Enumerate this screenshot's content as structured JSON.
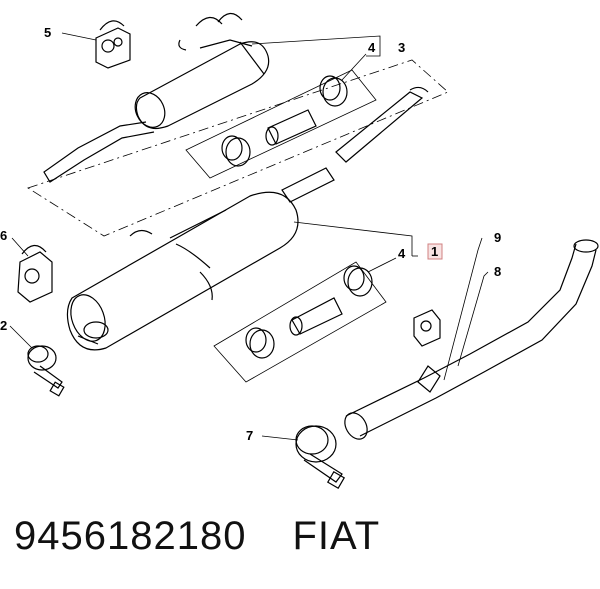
{
  "callouts": {
    "c1": "1",
    "c2": "2",
    "c3": "3",
    "c4a": "4",
    "c4b": "4",
    "c5": "5",
    "c6": "6",
    "c7": "7",
    "c8": "8",
    "c9": "9"
  },
  "footer": {
    "part_number": "9456182180",
    "brand": "FIAT"
  },
  "colors": {
    "line": "#000000",
    "highlight_box": "#d08080",
    "highlight_fill": "#f7e3e3",
    "footer_text": "#111111"
  }
}
